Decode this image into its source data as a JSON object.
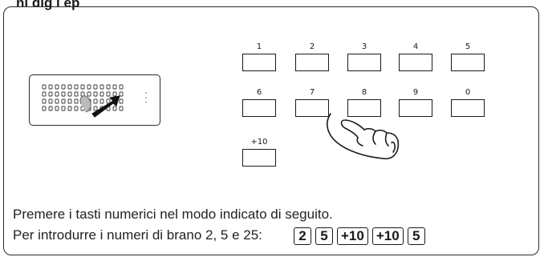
{
  "header": {
    "title": "ni dig    i ep"
  },
  "keypad": {
    "row1": [
      "1",
      "2",
      "3",
      "4",
      "5"
    ],
    "row2": [
      "6",
      "7",
      "8",
      "9",
      "0"
    ],
    "row3": [
      "+10"
    ]
  },
  "instructions": {
    "line1": "Premere i tasti numerici nel modo indicato di seguito.",
    "line2": "Per introdurre i numeri di brano 2, 5 e 25:",
    "sequence": [
      "2",
      "5",
      "+10",
      "+10",
      "5"
    ]
  },
  "icons": [
    "remote-control-icon",
    "hand-pointer-icon",
    "arrow-icon"
  ]
}
